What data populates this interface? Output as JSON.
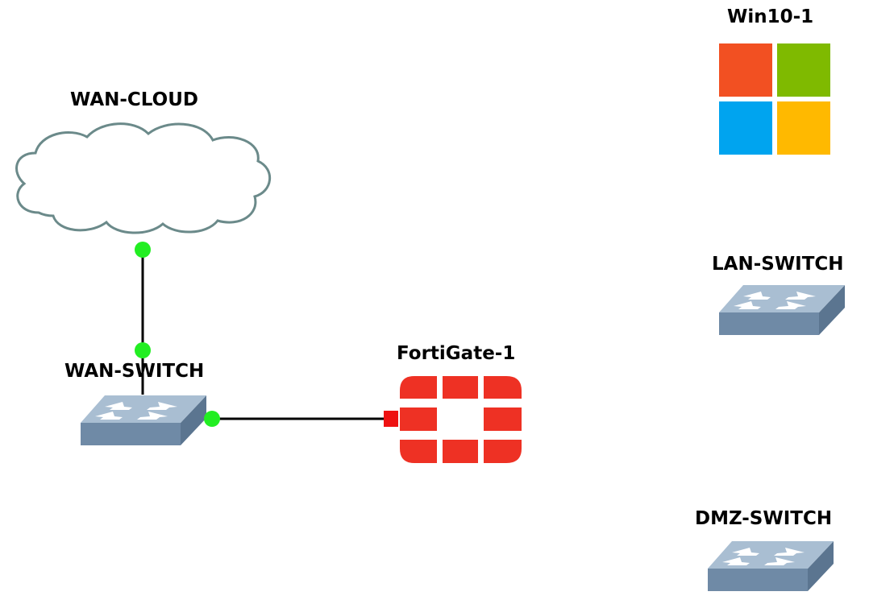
{
  "nodes": {
    "wan_cloud": {
      "label": "WAN-CLOUD"
    },
    "wan_switch": {
      "label": "WAN-SWITCH"
    },
    "fortigate": {
      "label": "FortiGate-1"
    },
    "win10": {
      "label": "Win10-1"
    },
    "lan_switch": {
      "label": "LAN-SWITCH"
    },
    "dmz_switch": {
      "label": "DMZ-SWITCH"
    }
  },
  "icons": {
    "wan_cloud": "cloud-icon",
    "wan_switch": "switch-icon",
    "fortigate": "fortinet-firewall-icon",
    "win10": "windows-logo-icon",
    "lan_switch": "switch-icon",
    "dmz_switch": "switch-icon"
  },
  "links": [
    {
      "from": "wan_cloud",
      "to": "wan_switch",
      "from_status": "up",
      "to_status": "up"
    },
    {
      "from": "wan_switch",
      "to": "fortigate",
      "from_status": "up",
      "to_status": "down"
    }
  ],
  "colors": {
    "link": "#000000",
    "port_up": "#22ee22",
    "port_down": "#ee1111",
    "fortinet_red": "#ee3124",
    "windows": [
      "#f25022",
      "#7fba00",
      "#00a4ef",
      "#ffb900"
    ],
    "switch_top": "#a9bed2",
    "switch_front": "#6f8aa6",
    "cloud_fill": "#ffffff",
    "cloud_stroke": "#6b8a8a"
  }
}
